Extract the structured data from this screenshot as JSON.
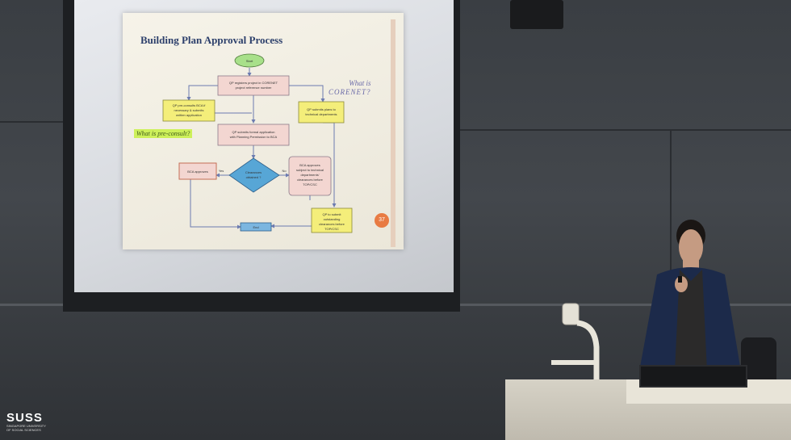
{
  "slide": {
    "title": "Building Plan Approval Process",
    "note_right": [
      "What is",
      "CORENET?"
    ],
    "note_left": "What is pre-consult?",
    "page_number": "37",
    "flow": {
      "start": "Start",
      "register": [
        "QP registers project in CORENET",
        "project reference number"
      ],
      "preconsult": [
        "QP pre-consults BCA if",
        "necessary & submits",
        "written application"
      ],
      "tech_depts": [
        "QP submits plans to",
        "technical departments"
      ],
      "formal": [
        "QP submits formal application",
        "with Planning Permission to BCA"
      ],
      "clearance": [
        "Clearances",
        "obtained ?"
      ],
      "yes": "Yes",
      "no": "No",
      "bca_approves": "BCA approves",
      "bca_right": [
        "BCA approves",
        "subject to technical",
        "departments'",
        "clearances before",
        "TOP/CSC"
      ],
      "qp_resolve": [
        "QP to submit",
        "outstanding",
        "clearances before",
        "TOP/CSC"
      ],
      "end": "End"
    }
  },
  "branding": {
    "logo": "SUSS",
    "logo_sub": [
      "SINGAPORE UNIVERSITY",
      "OF SOCIAL SCIENCES"
    ]
  },
  "colors": {
    "box_pink": "#f3d6d1",
    "box_yellow": "#f4ee7a",
    "diamond": "#57a6d6",
    "start_green": "#a8e08a",
    "end_blue": "#7bb6e0",
    "arrow": "#6c7bb0"
  }
}
